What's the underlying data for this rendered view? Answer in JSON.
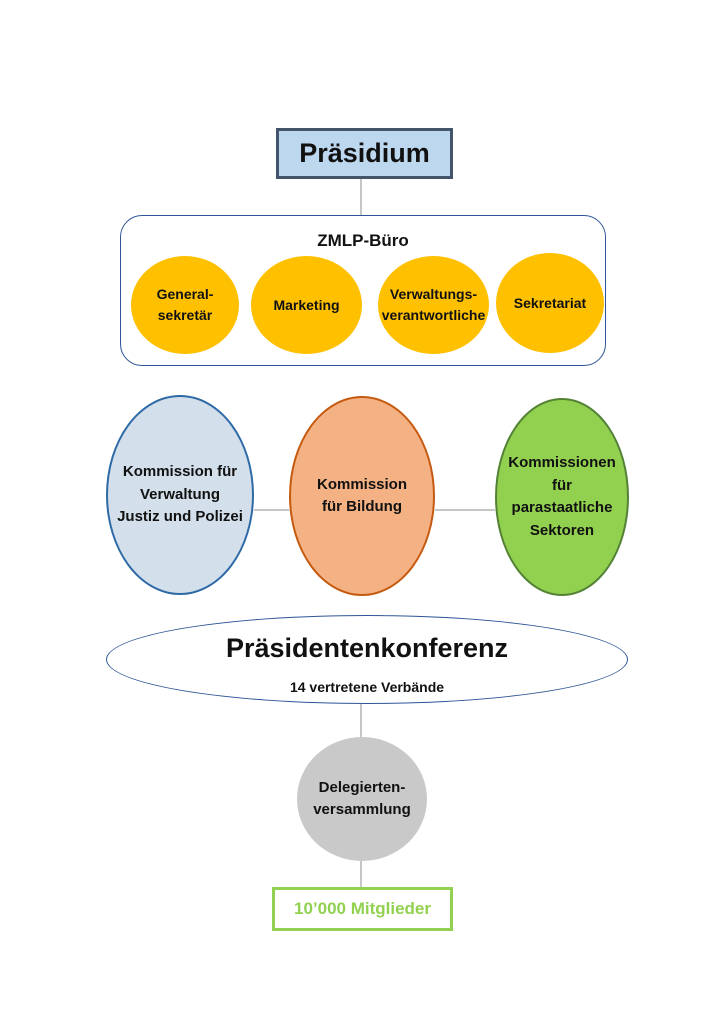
{
  "praesidium": {
    "label": "Präsidium"
  },
  "zmlp_buero": {
    "title": "ZMLP-Büro",
    "units": [
      {
        "label": "General-\nsekretär"
      },
      {
        "label": "Marketing"
      },
      {
        "label": "Verwaltungs-\nverantwortliche"
      },
      {
        "label": "Sekretariat"
      }
    ]
  },
  "kommissionen": [
    {
      "label": "Kommission für\nVerwaltung\nJustiz und Polizei"
    },
    {
      "label": "Kommission\nfür Bildung"
    },
    {
      "label": "Kommissionen\nfür\nparastaatliche\nSektoren"
    }
  ],
  "praesidentenkonferenz": {
    "title": "Präsidentenkonferenz",
    "subtitle": "14 vertretene Verbände"
  },
  "delegiertenversammlung": {
    "label": "Delegierten-\nversammlung"
  },
  "mitglieder": {
    "label": "10’000 Mitglieder"
  },
  "colors": {
    "praesidium_fill": "#bdd7ee",
    "buero_units": "#ffc000",
    "kommission_verwaltung": "#d3dfea",
    "kommission_bildung": "#f4b183",
    "kommission_parastaatlich": "#92d050",
    "delegierten": "#c9c9c9",
    "mitglieder_accent": "#92d050"
  }
}
